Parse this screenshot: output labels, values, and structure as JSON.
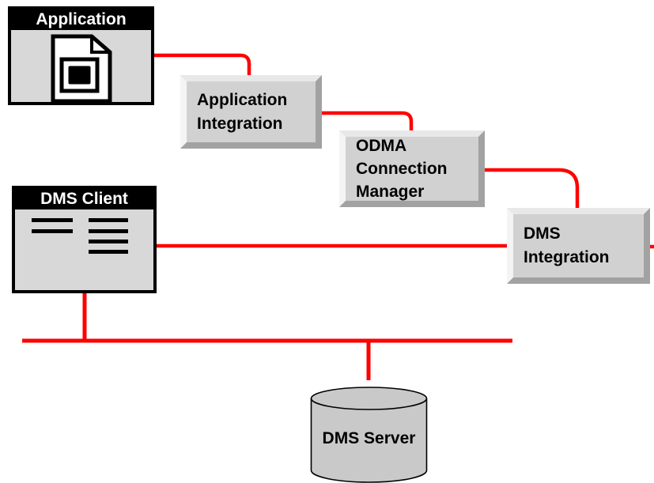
{
  "colors": {
    "background": "#ffffff",
    "connector": "#ff0000",
    "window_titlebar_bg": "#000000",
    "window_titlebar_text": "#ffffff",
    "window_body": "#d8d8d8",
    "bevel_face": "#d1d1d1",
    "bevel_top": "#e8e8e8",
    "bevel_light": "#f4f4f4",
    "bevel_shadow": "#a2a2a2",
    "cylinder_fill": "#c9c9c9"
  },
  "nodes": {
    "application": {
      "title": "Application",
      "icon": "document-icon"
    },
    "application_integration": {
      "lines": [
        "Application",
        "Integration"
      ]
    },
    "odma_connection_manager": {
      "lines": [
        "ODMA",
        "Connection",
        "Manager"
      ]
    },
    "dms_integration": {
      "lines": [
        "DMS",
        "Integration"
      ]
    },
    "dms_client": {
      "title": "DMS Client",
      "icon": "list-lines-icon"
    },
    "dms_server": {
      "label": "DMS Server",
      "icon": "database-cylinder-icon"
    }
  }
}
